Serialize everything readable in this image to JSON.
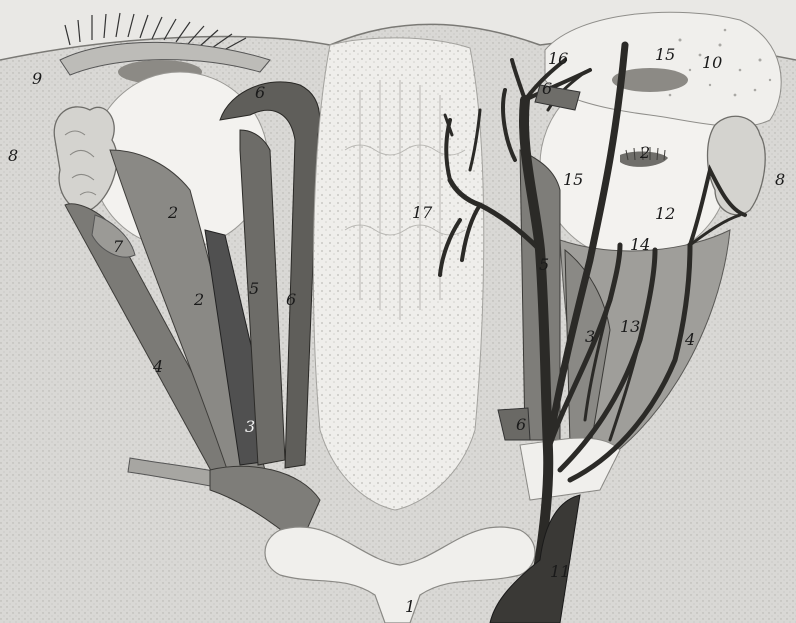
{
  "figure": {
    "labels": [
      {
        "id": "n1",
        "text": "1"
      },
      {
        "id": "n2-left-upper",
        "text": "2"
      },
      {
        "id": "n2-left-lower",
        "text": "2"
      },
      {
        "id": "n2-right",
        "text": "2"
      },
      {
        "id": "n3-left",
        "text": "3"
      },
      {
        "id": "n3-right",
        "text": "3"
      },
      {
        "id": "n4-left",
        "text": "4"
      },
      {
        "id": "n4-right",
        "text": "4"
      },
      {
        "id": "n5-left",
        "text": "5"
      },
      {
        "id": "n5-right",
        "text": "5"
      },
      {
        "id": "n6-left-top",
        "text": "6"
      },
      {
        "id": "n6-left-mid",
        "text": "6"
      },
      {
        "id": "n6-right-top",
        "text": "6"
      },
      {
        "id": "n6-right-low",
        "text": "6"
      },
      {
        "id": "n7",
        "text": "7"
      },
      {
        "id": "n8-left",
        "text": "8"
      },
      {
        "id": "n8-right",
        "text": "8"
      },
      {
        "id": "n9",
        "text": "9"
      },
      {
        "id": "n10",
        "text": "10"
      },
      {
        "id": "n11",
        "text": "11"
      },
      {
        "id": "n12",
        "text": "12"
      },
      {
        "id": "n13",
        "text": "13"
      },
      {
        "id": "n14",
        "text": "14"
      },
      {
        "id": "n15-top",
        "text": "15"
      },
      {
        "id": "n15-mid",
        "text": "15"
      },
      {
        "id": "n16",
        "text": "16"
      },
      {
        "id": "n17",
        "text": "17"
      }
    ]
  }
}
